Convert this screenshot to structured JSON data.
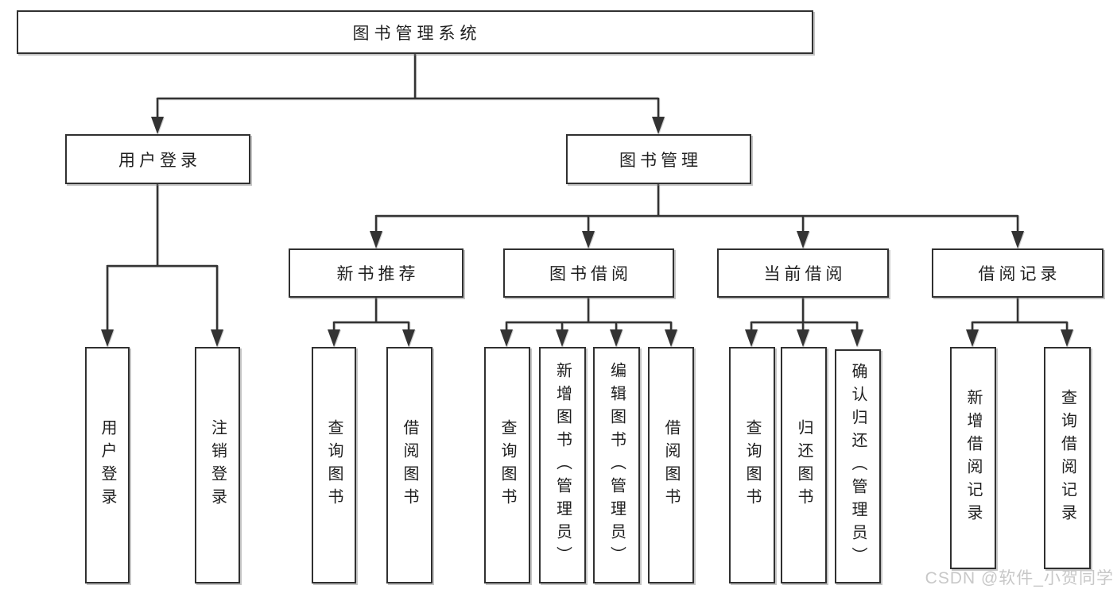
{
  "diagram_type": "hierarchy-tree",
  "watermark": "CSDN @软件_小贺同学",
  "colors": {
    "background": "#ffffff",
    "line": "#333333",
    "box_border": "#303030",
    "text": "#1f1f1f",
    "watermark_text": "#c8c8c8"
  },
  "tree": {
    "label": "图书管理系统",
    "children": [
      {
        "label": "用户登录",
        "children": [
          {
            "label": "用户登录"
          },
          {
            "label": "注销登录"
          }
        ]
      },
      {
        "label": "图书管理",
        "children": [
          {
            "label": "新书推荐",
            "children": [
              {
                "label": "查询图书"
              },
              {
                "label": "借阅图书"
              }
            ]
          },
          {
            "label": "图书借阅",
            "children": [
              {
                "label": "查询图书"
              },
              {
                "label": "新增图书（管理员）"
              },
              {
                "label": "编辑图书（管理员）"
              },
              {
                "label": "借阅图书"
              }
            ]
          },
          {
            "label": "当前借阅",
            "children": [
              {
                "label": "查询图书"
              },
              {
                "label": "归还图书"
              },
              {
                "label": "确认归还（管理员）"
              }
            ]
          },
          {
            "label": "借阅记录",
            "children": [
              {
                "label": "新增借阅记录"
              },
              {
                "label": "查询借阅记录"
              }
            ]
          }
        ]
      }
    ]
  }
}
